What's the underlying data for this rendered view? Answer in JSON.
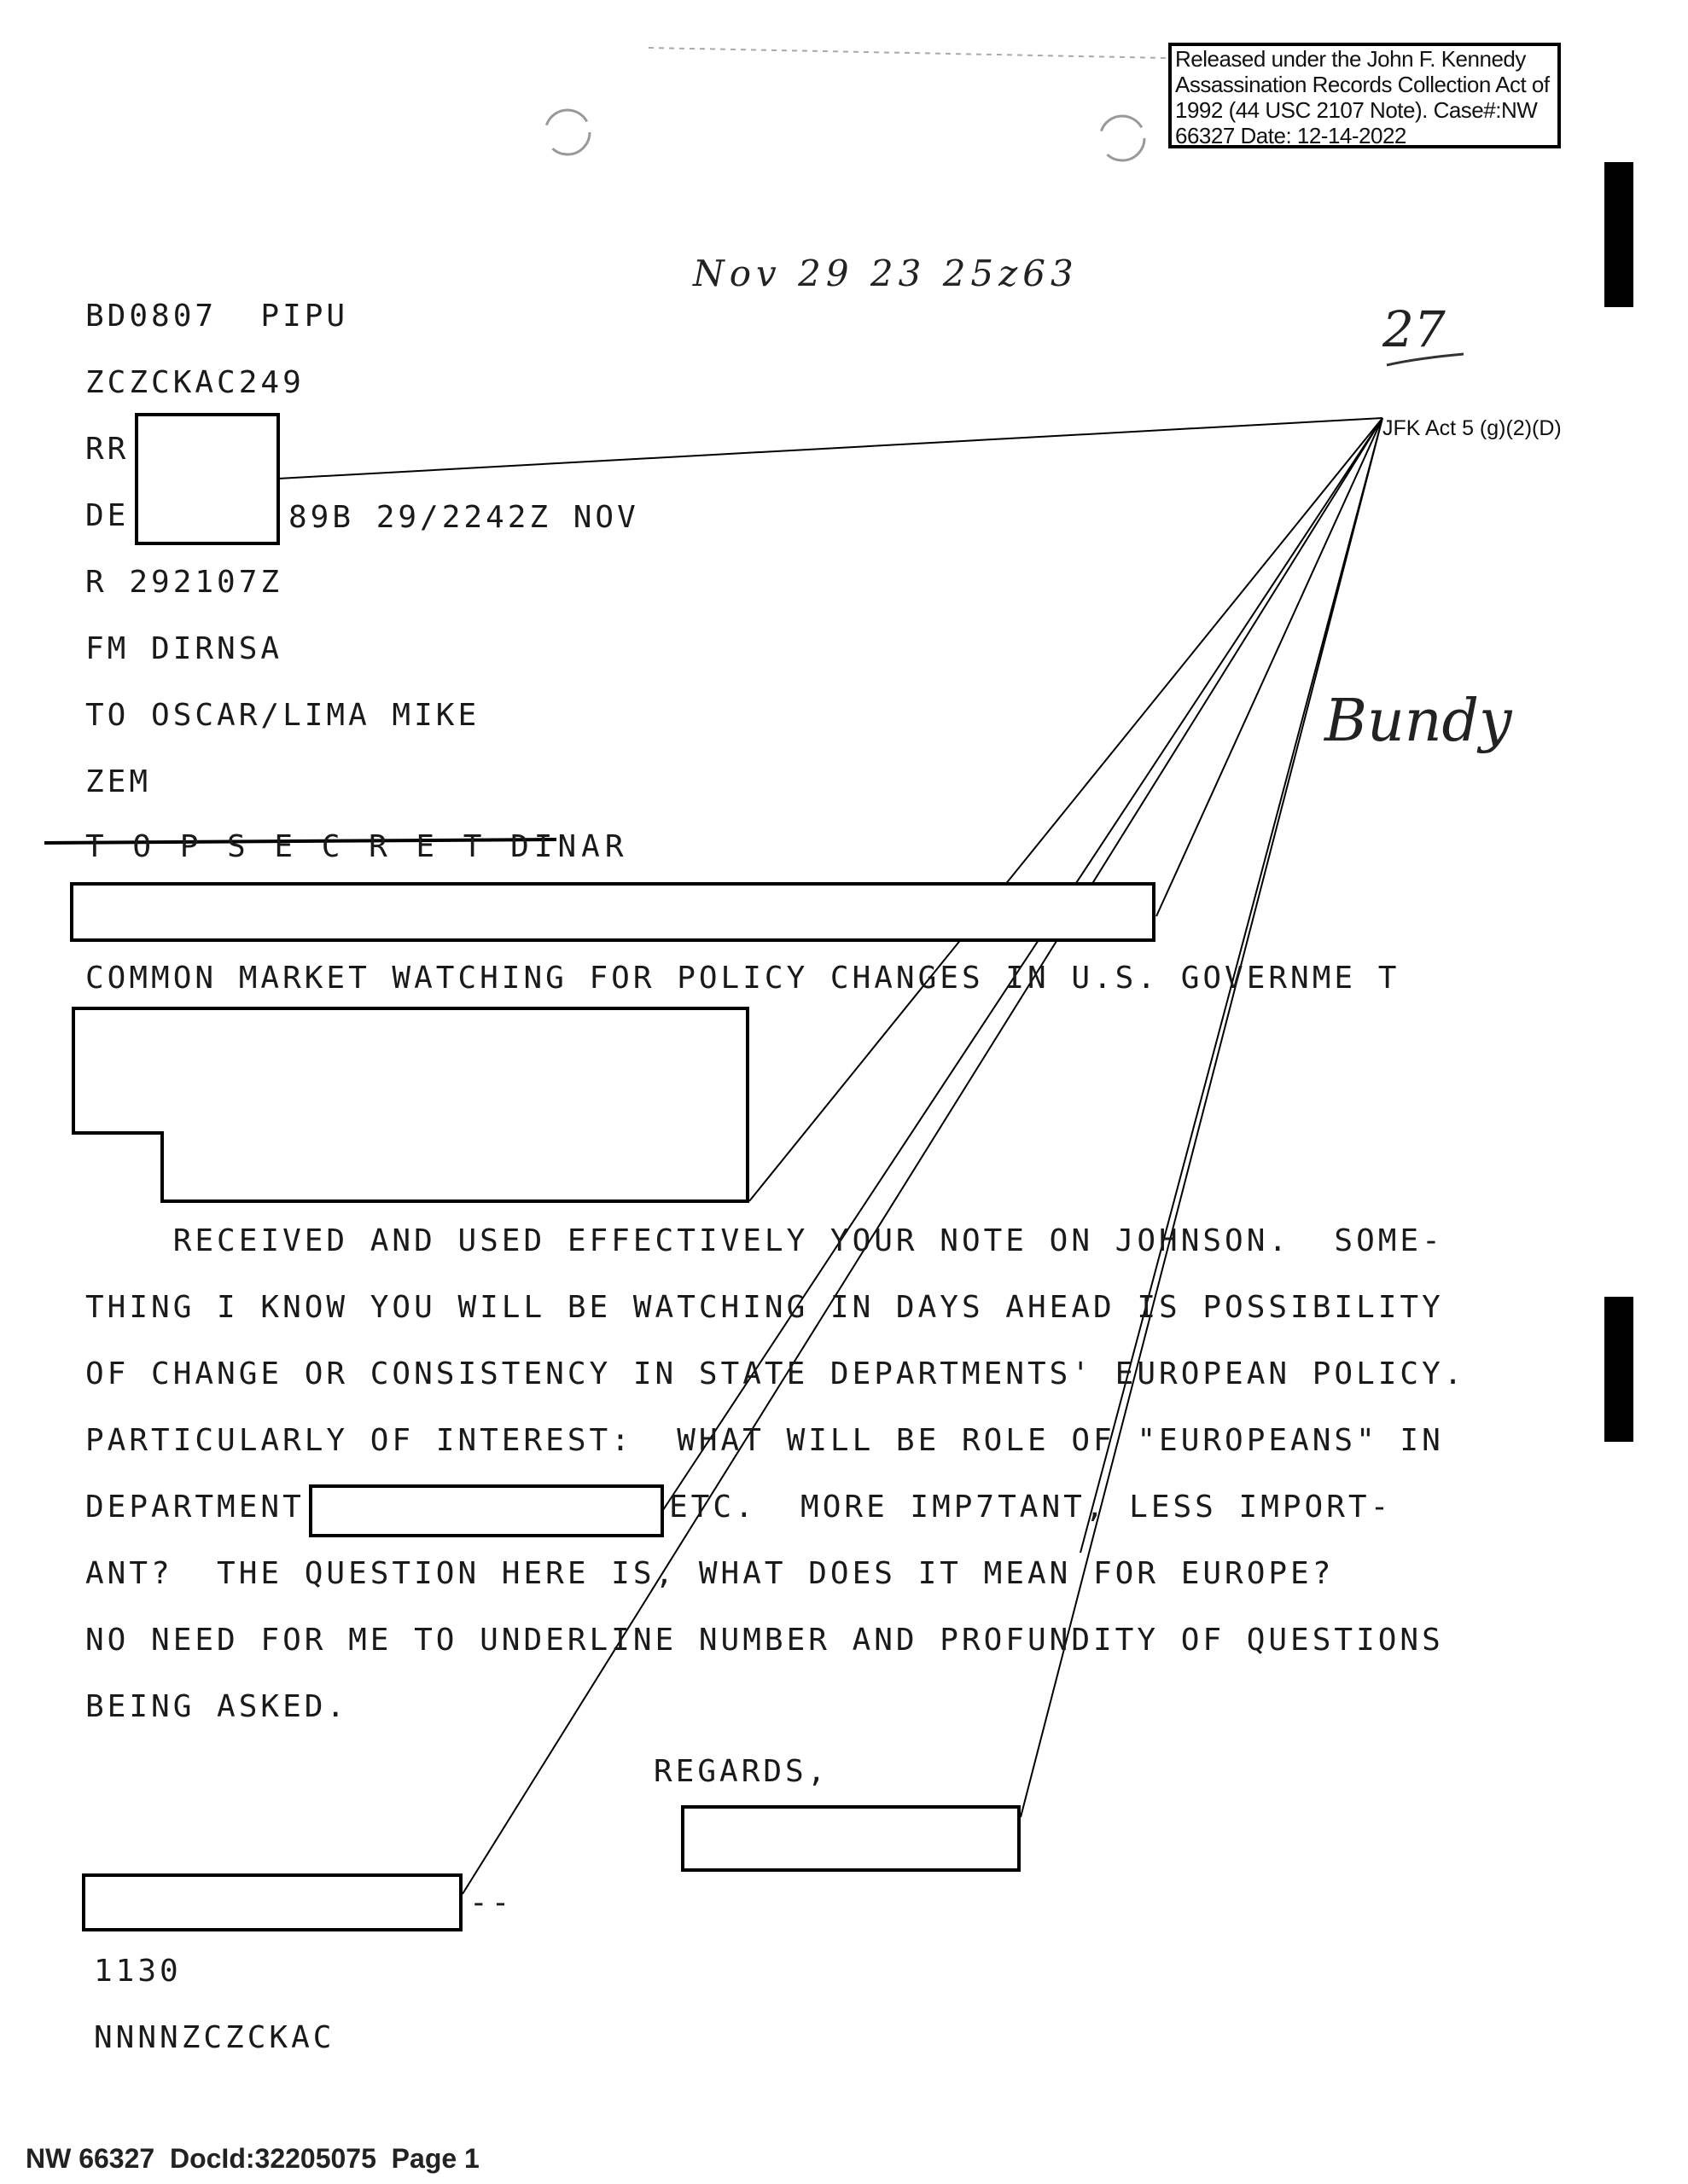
{
  "release_stamp": {
    "lines": [
      "Released under the John F. Kennedy",
      "Assassination Records Collection Act of",
      "1992 (44 USC 2107 Note). Case#:NW",
      "66327 Date: 12-14-2022"
    ]
  },
  "date_stamp": "Nov 29 23  25z63",
  "page_annotation": "27",
  "exemption_label": "JFK Act 5 (g)(2)(D)",
  "handwritten_name": "Bundy",
  "header": {
    "line1": "BD0807  PIPU",
    "line2": "ZCZCKAC249",
    "line3": "RR",
    "line4_prefix": "DE",
    "line4_suffix": "89B 29/2242Z NOV",
    "line5": "R 292107Z",
    "from": "FM DIRNSA",
    "to": "TO OSCAR/LIMA MIKE",
    "zem": "ZEM",
    "classification": "T O P S E C R E T DINAR"
  },
  "subject": "COMMON MARKET WATCHING FOR POLICY CHANGES IN U.S. GOVERNME T",
  "body": {
    "line1": "    RECEIVED AND USED EFFECTIVELY YOUR NOTE ON JOHNSON.  SOME-",
    "line2": "THING I KNOW YOU WILL BE WATCHING IN DAYS AHEAD IS POSSIBILITY",
    "line3": "OF CHANGE OR CONSISTENCY IN STATE DEPARTMENTS' EUROPEAN POLICY.",
    "line4": "PARTICULARLY OF INTEREST:  WHAT WILL BE ROLE OF \"EUROPEANS\" IN",
    "line5_prefix": "DEPARTMENT-",
    "line5_suffix": "ETC.  MORE IMP7TANT, LESS IMPORT-",
    "line6": "ANT?  THE QUESTION HERE IS, WHAT DOES IT MEAN FOR EUROPE?",
    "line7": "NO NEED FOR ME TO UNDERLINE NUMBER AND PROFUNDITY OF QUESTIONS",
    "line8": "BEING ASKED."
  },
  "closing": "REGARDS,",
  "trailer": {
    "dash": "--",
    "number": "1130",
    "end": "NNNNZCZCKAC"
  },
  "footer": "NW 66327  DocId:32205075  Page 1"
}
